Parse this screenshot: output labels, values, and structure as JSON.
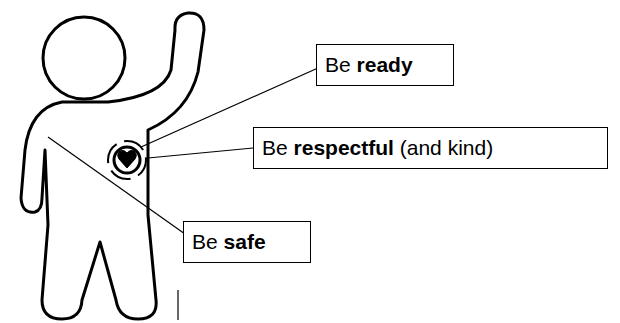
{
  "diagram": {
    "nodes": [
      {
        "text": [
          "Be ready"
        ]
      },
      {
        "text": [
          "Be respectful (and kind)"
        ]
      },
      {
        "text": [
          "Be safe"
        ]
      }
    ]
  }
}
